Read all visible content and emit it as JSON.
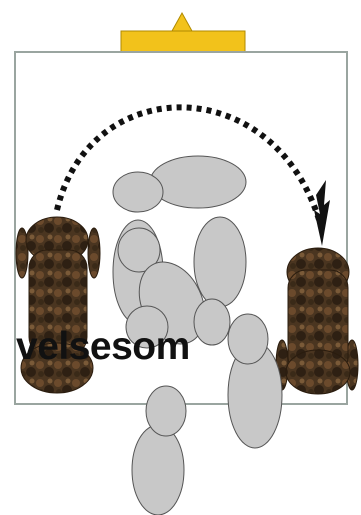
{
  "label": "velsesom",
  "colors": {
    "table_border": "#9aa5a0",
    "head_marker": "#f2c21b",
    "head_marker_border": "#b08a00",
    "person_fill": "#c8c8c8",
    "person_stroke": "#555555",
    "chair_dark": "#3a2a18",
    "chair_light": "#7a5a38",
    "arrow": "#111111"
  },
  "icons": [
    "chair-icon",
    "chair-icon",
    "person-group",
    "dotted-arc-arrow",
    "head-of-table-marker"
  ]
}
